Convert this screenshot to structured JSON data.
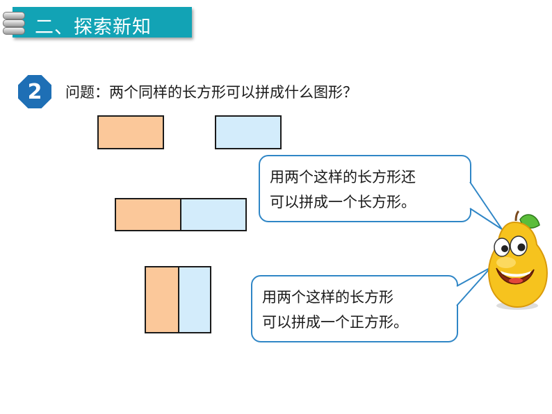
{
  "header": {
    "title": "二、探索新知"
  },
  "problem": {
    "number": "2",
    "question": "问题：两个同样的长方形可以拼成什么图形？"
  },
  "bubbles": [
    {
      "lines": [
        "用两个这样的长方形还",
        "可以拼成一个长方形。"
      ]
    },
    {
      "lines": [
        "用两个这样的长方形",
        "可以拼成一个正方形。"
      ]
    }
  ],
  "colors": {
    "header": "#12a3b5",
    "badge": "#1e6fb5",
    "rect_orange": "#fbc89a",
    "rect_blue": "#d3ecfb",
    "bubble_border": "#2f86c6",
    "pear": "#f6c31e"
  }
}
